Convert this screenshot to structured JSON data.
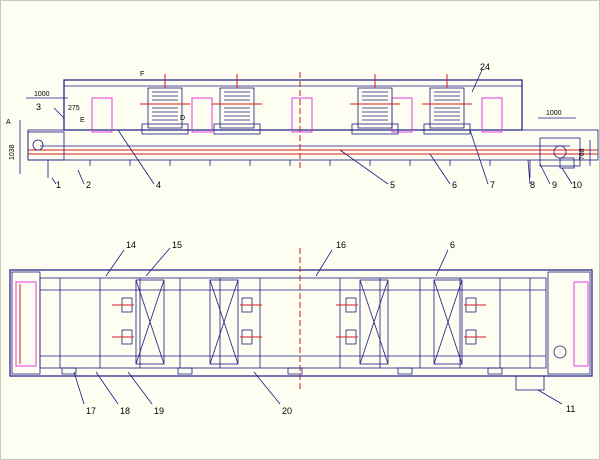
{
  "diagram": {
    "dimensions": {
      "left_width": "1000",
      "left_offset": "275",
      "left_height_a": "A",
      "left_height_main": "1038",
      "right_width": "1000",
      "right_height": "768"
    },
    "letters": {
      "f": "F",
      "d": "D",
      "e": "E",
      "a_marker": "A"
    },
    "callouts_top": [
      "1",
      "2",
      "3",
      "4",
      "5",
      "6",
      "7",
      "8",
      "9",
      "10",
      "24"
    ],
    "callouts_bottom": [
      "14",
      "15",
      "16",
      "6",
      "17",
      "18",
      "19",
      "20",
      "11"
    ]
  },
  "colors": {
    "line": "#1a1a80",
    "accent_red": "#d42020",
    "accent_pink": "#e040e0",
    "background": "#fdfdf2"
  }
}
